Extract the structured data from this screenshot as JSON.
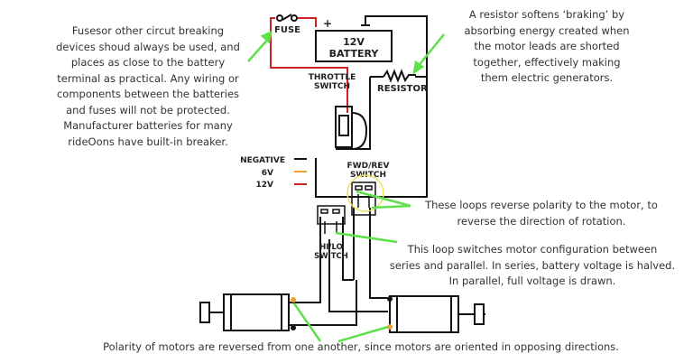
{
  "notes": {
    "fuse": [
      "Fusesor other circut breaking",
      "devices shoud always be used, and",
      "places as close to the battery",
      "terminal as practical. Any wiring or",
      "components between the batteries",
      "and fuses will not be protected.",
      "Manufacturer batteries for many",
      "rideOons have built-in breaker."
    ],
    "resistor": [
      "A resistor softens ‘braking’ by",
      "absorbing energy created when",
      "the motor leads are shorted",
      "together, effectively making",
      "them electric generators."
    ],
    "loops": [
      "These loops reverse polarity to the motor, to",
      "reverse the direction of rotation."
    ],
    "hilo": [
      "This loop switches motor configuration between",
      "series and parallel. In series, battery voltage is halved.",
      "In parallel, full voltage is drawn."
    ],
    "motors": "Polarity of motors are reversed from one another, since motors are oriented in opposing directions."
  },
  "labels": {
    "fuse": "FUSE",
    "battery_line1": "12V",
    "battery_line2": "BATTERY",
    "plus": "+",
    "throttle_line1": "THROTTLE",
    "throttle_line2": "SWITCH",
    "resistor": "RESISTOR",
    "fwdrev_line1": "FWD/REV",
    "fwdrev_line2": "SWITCH",
    "hilo_line1": "HI/LO",
    "hilo_line2": "SWITCH"
  },
  "legend": [
    {
      "label": "NEGATIVE",
      "color": "#111111"
    },
    {
      "label": "6V",
      "color": "#f0a030"
    },
    {
      "label": "12V",
      "color": "#d02020"
    }
  ],
  "colors": {
    "arrow": "#5ee04a",
    "highlight": "#f0e060",
    "positive": "#d02020",
    "wire": "#111111"
  }
}
